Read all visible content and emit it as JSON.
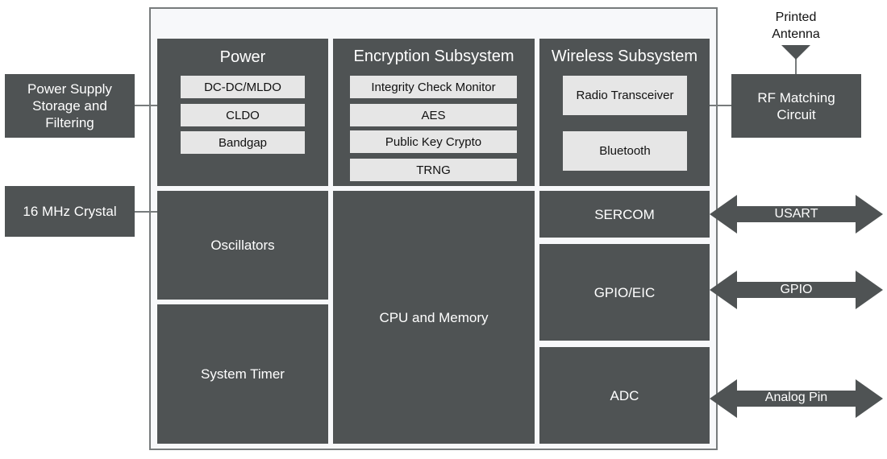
{
  "external": {
    "power_supply": [
      "Power Supply",
      "Storage and",
      "Filtering"
    ],
    "crystal": "16 MHz Crystal",
    "rf_matching": [
      "RF Matching",
      "Circuit"
    ],
    "antenna": [
      "Printed",
      "Antenna"
    ]
  },
  "power": {
    "title": "Power",
    "items": [
      "DC-DC/MLDO",
      "CLDO",
      "Bandgap"
    ]
  },
  "encryption": {
    "title": "Encryption Subsystem",
    "items": [
      "Integrity Check Monitor",
      "AES",
      "Public Key Crypto",
      "TRNG"
    ]
  },
  "wireless": {
    "title": "Wireless Subsystem",
    "items": [
      "Radio Transceiver",
      "Bluetooth"
    ]
  },
  "blocks": {
    "oscillators": "Oscillators",
    "system_timer": "System Timer",
    "cpu_memory": "CPU and Memory",
    "sercom": "SERCOM",
    "gpio_eic": "GPIO/EIC",
    "adc": "ADC"
  },
  "arrows": {
    "usart": "USART",
    "gpio": "GPIO",
    "analog": "Analog Pin"
  },
  "colors": {
    "block": "#4f5354",
    "sub_block": "#e6e6e6",
    "chip_border": "#777b7c",
    "chip_fill": "#f7f8fa"
  }
}
